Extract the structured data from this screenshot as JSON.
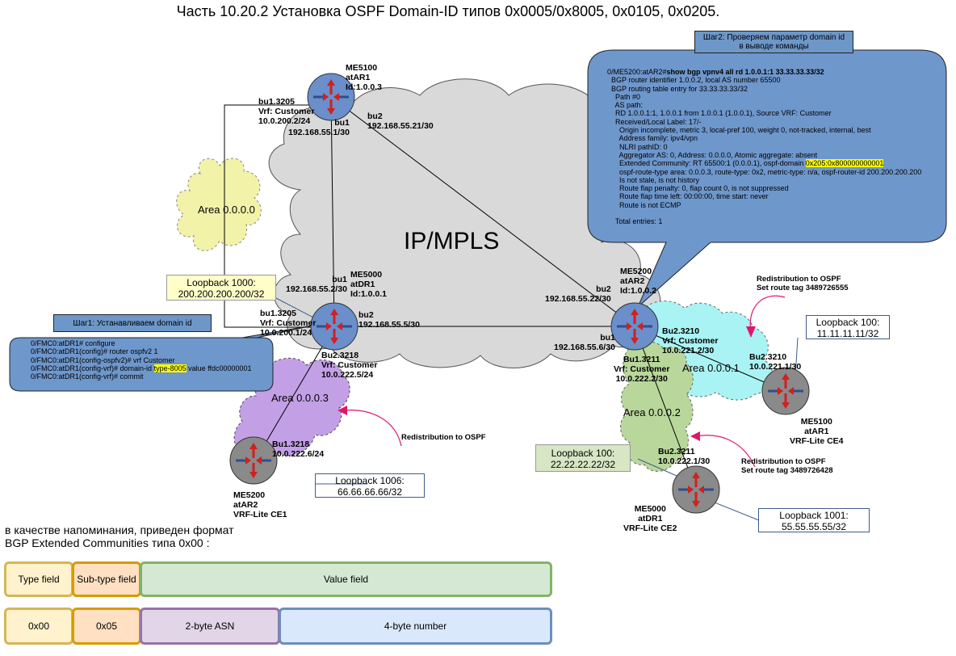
{
  "title": "Часть 10.20.2 Установка OSPF Domain-ID типов 0x0005/0x8005, 0x0105, 0x0205.",
  "cloud_label": "IP/MPLS",
  "routers": {
    "atAR1_top": "ME5100\natAR1\nId:1.0.0.3",
    "atDR1_center": "ME5000\natDR1\nId:1.0.0.1",
    "atAR2_center": "ME5200\natAR2\nId:1.0.0.2",
    "ce1": "ME5200\natAR2\nVRF-Lite CE1",
    "ce2": "ME5000\natDR1\nVRF-Lite CE2",
    "ce4": "ME5100\natAR1\nVRF-Lite CE4"
  },
  "interfaces": {
    "ar1_bu13205": "bu1.3205\nVrf: Customer\n10.0.200.2/24",
    "ar1_bu1": "bu1\n192.168.55.1/30",
    "ar1_bu2": "bu2\n192.168.55.21/30",
    "dr1_bu1_top": "bu1\n192.168.55.2/30",
    "dr1_bu13205": "bu1.3205\nVrf: Customer\n10.0.200.1/24",
    "dr1_bu2": "bu2\n192.168.55.5/30",
    "dr1_bu23218": "Bu2.3218\nVrf: Customer\n10.0.222.5/24",
    "ar2_bu2": "bu2\n192.168.55.22/30",
    "ar2_bu1": "bu1\n192.168.55.6/30",
    "ar2_bu23210": "Bu2.3210\nVrf: Customer\n10.0.221.2/30",
    "ar2_bu13211": "Bu1.3211\nVrf: Customer\n10.0.222.2/30",
    "ce4_bu23210": "Bu2.3210\n10.0.221.1/30",
    "ce2_bu23211": "Bu2.3211\n10.0.222.1/30",
    "ce1_bu13218": "Bu1.3218\n10.0.222.6/24"
  },
  "areas": {
    "a0": "Area 0.0.0.0",
    "a1": "Area 0.0.0.1",
    "a2": "Area 0.0.0.2",
    "a3": "Area 0.0.0.3"
  },
  "loopbacks": {
    "lb1000": "Loopback 1000:\n200.200.200.200/32",
    "lb100_ce4": "Loopback 100:\n11.11.11.11/32",
    "lb100_ce2": "Loopback 100:\n22.22.22.22/32",
    "lb1006": "Loopback 1006:\n66.66.66.66/32",
    "lb1001": "Loopback 1001:\n55.55.55.55/32"
  },
  "redistribution": {
    "ce4": "Redistribution to OSPF\nSet route tag 3489726555",
    "ce2": "Redistribution to OSPF\nSet route tag 3489726428",
    "ce1": "Redistribution to OSPF"
  },
  "step1": {
    "title": "Шаг1: Устанавливаем domain id",
    "lines": [
      "0/FMC0:atDR1# configure",
      "0/FMC0:atDR1(config)# router ospfv2 1",
      "0/FMC0:atDR1(config-ospfv2)# vrf Customer"
    ],
    "line4_pre": "0/FMC0:atDR1(config-vrf)# domain-id ",
    "line4_hl": "type-8005",
    "line4_post": " value ffdc00000001",
    "line5": "0/FMC0:atDR1(config-vrf)# commit"
  },
  "step2": {
    "title": "Шаг2: Проверяем параметр domain id\nв выводе команды",
    "cmd_prompt": "0/ME5200:atAR2#",
    "cmd": "show bgp vpnv4 all rd 1.0.0.1:1 33.33.33.33/32",
    "lines_a": [
      "  BGP router identifier 1.0.0.2, local AS number 65500",
      "  BGP routing table entry for 33.33.33.33/32",
      "    Path #0",
      "    AS path:",
      "    RD 1.0.0.1:1, 1.0.0.1 from 1.0.0.1 (1.0.0.1), Source VRF: Customer",
      "    Received/Local Label: 17/-",
      "      Origin incomplete, metric 3, local-pref 100, weight 0, not-tracked, internal, best",
      "      Address family: ipv4/vpn",
      "      NLRI pathID: 0",
      "      Aggregator AS: 0, Address: 0.0.0.0, Atomic aggregate: absent"
    ],
    "ext_pre": "      Extended Community: RT 65500:1 (0.0.0.1), ospf-domain ",
    "ext_hl": "0x205:0x800000000001",
    "lines_b": [
      "      ospf-route-type area: 0.0.0.3, route-type: 0x2, metric-type: n/a, ospf-router-id 200.200.200.200",
      "      Is not stale, is not history",
      "      Route flap penalty: 0, flap count 0, is not suppressed",
      "      Route flap time left: 00:00:00, time start: never",
      "      Route is not ECMP",
      "",
      "    Total entries: 1"
    ]
  },
  "reminder": "в качестве напоминания, приведен формат\nBGP Extended Communities типа 0x00 :",
  "format_row1": [
    "Type field",
    "Sub-type field",
    "Value field"
  ],
  "format_row2": [
    "0x00",
    "0x05",
    "2-byte ASN",
    "4-byte number"
  ],
  "colors": {
    "router": "#6a8fca",
    "router_ce": "#8a8a8a",
    "cloud": "#d9d9d9",
    "area0": "#f2f2a8",
    "area1": "#aaf3f4",
    "area2": "#b9d79b",
    "area3": "#c3a0e6",
    "bubble": "#6e97cc",
    "arrow_red": "#d21f1f",
    "magenta": "#e0166d"
  }
}
